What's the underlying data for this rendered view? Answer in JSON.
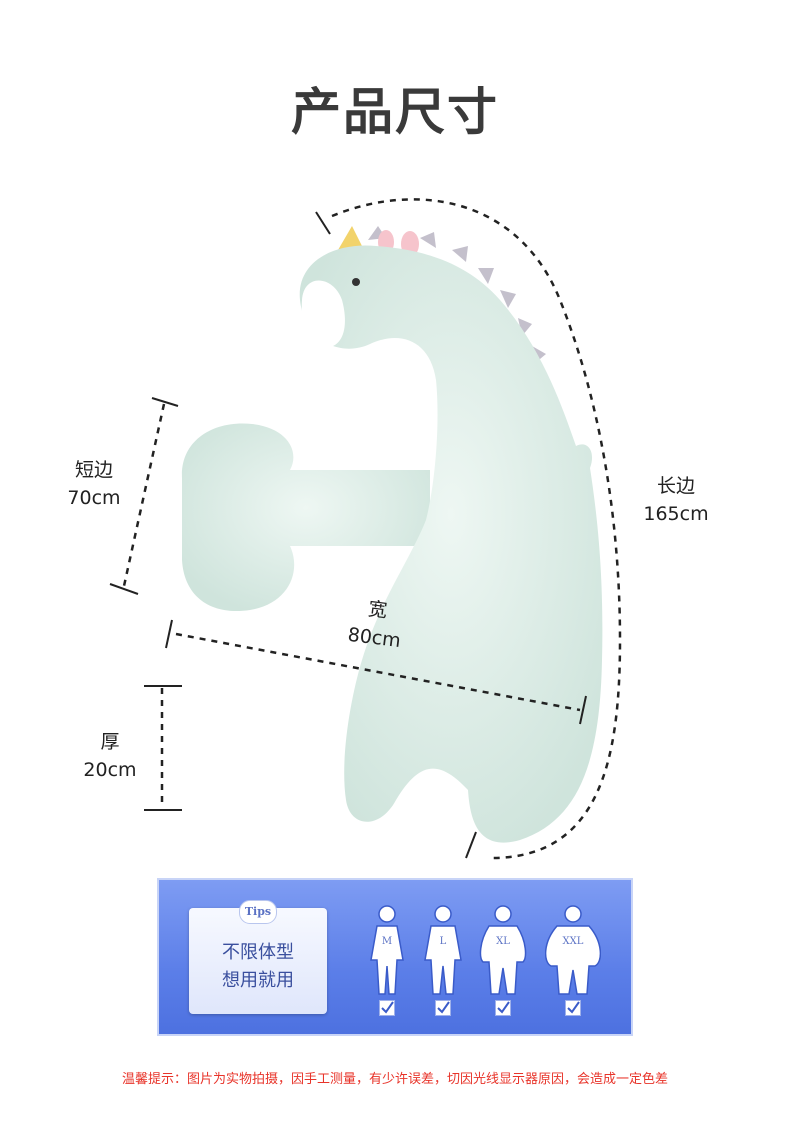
{
  "title": "产品尺寸",
  "dimensions": {
    "short_side": {
      "name": "短边",
      "value": "70cm"
    },
    "long_side": {
      "name": "长边",
      "value": "165cm"
    },
    "width": {
      "name": "宽",
      "value": "80cm"
    },
    "thickness": {
      "name": "厚",
      "value": "20cm"
    }
  },
  "tips": {
    "badge": "Tips",
    "line1": "不限体型",
    "line2": "想用就用",
    "sizes": [
      {
        "label": "M",
        "checked": true
      },
      {
        "label": "L",
        "checked": true
      },
      {
        "label": "XL",
        "checked": true
      },
      {
        "label": "XXL",
        "checked": true
      }
    ]
  },
  "footnote": "温馨提示：图片为实物拍摄，因手工测量，有少许误差，切因光线显示器原因，会造成一定色差",
  "colors": {
    "pillow": "#e3f1ec",
    "panel": "#5b7ee8",
    "footnote": "#e8342a"
  }
}
